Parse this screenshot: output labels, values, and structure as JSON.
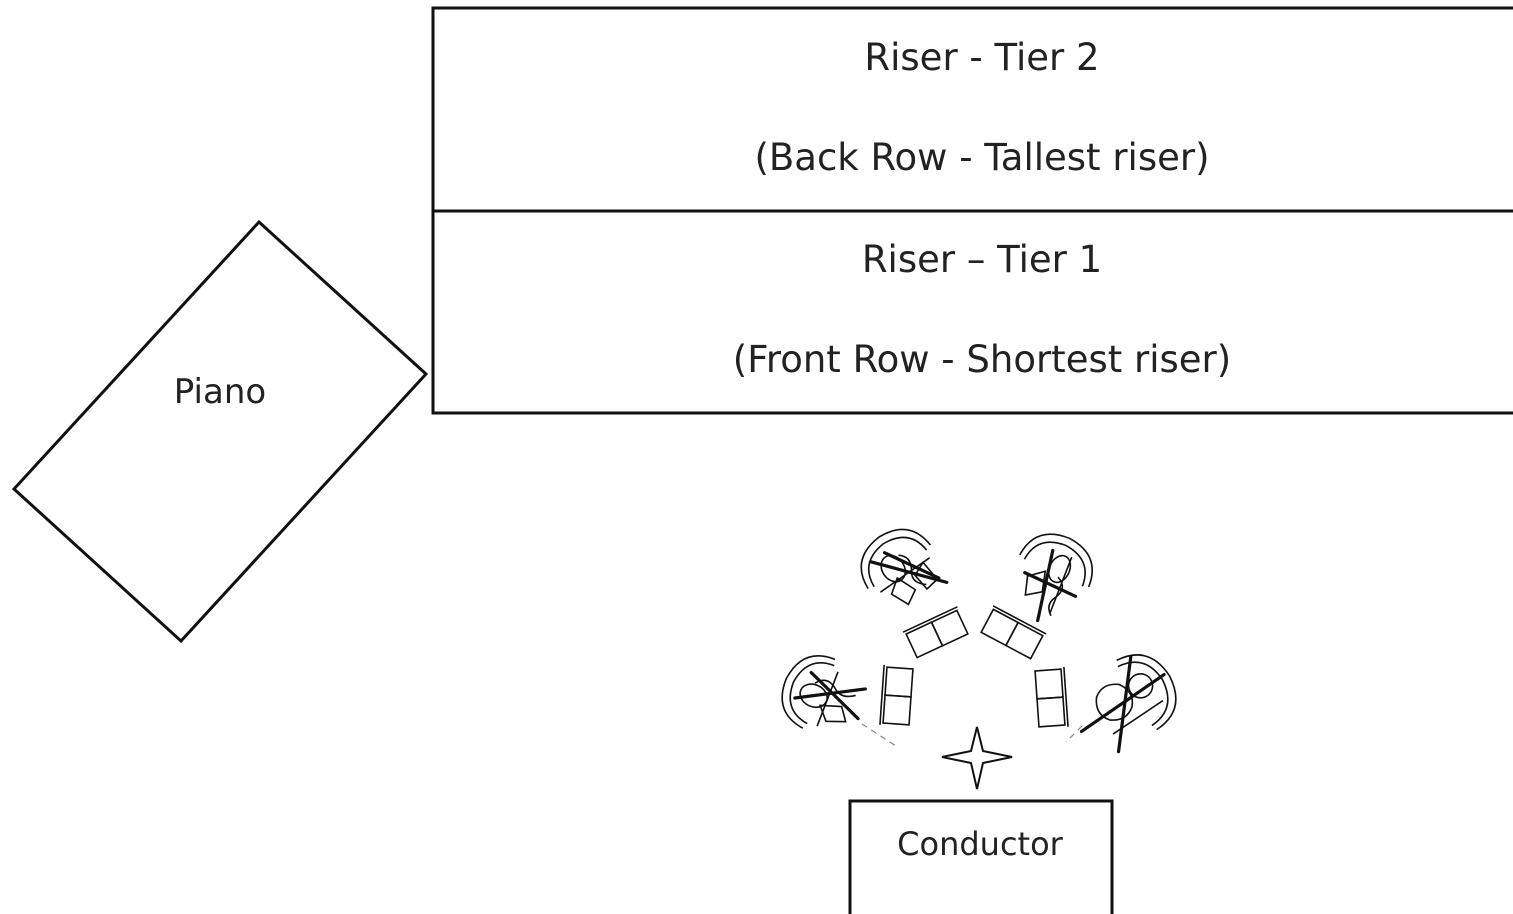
{
  "diagram": {
    "risers": [
      {
        "title": "Riser - Tier 2",
        "subtitle": "(Back Row - Tallest riser)"
      },
      {
        "title": "Riser – Tier 1",
        "subtitle": "(Front Row - Shortest riser)"
      }
    ],
    "piano": {
      "label": "Piano"
    },
    "conductor": {
      "label": "Conductor"
    },
    "icons": {
      "players": [
        "violin-player-icon",
        "violin-player-icon",
        "viola-player-icon",
        "cello-player-icon"
      ],
      "stands": [
        "music-stand-icon",
        "music-stand-icon",
        "music-stand-icon",
        "music-stand-icon"
      ],
      "conductor_marker": "star-icon"
    },
    "colors": {
      "line": "#111111",
      "text": "#222222",
      "background": "#ffffff"
    }
  }
}
